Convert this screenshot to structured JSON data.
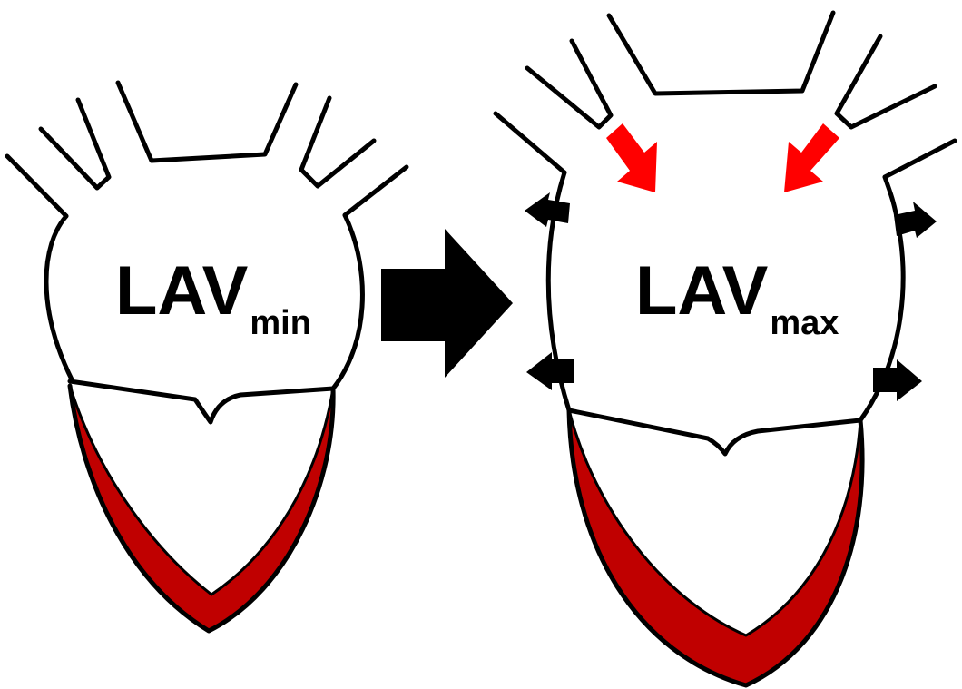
{
  "labels": {
    "before": {
      "main": "LAV",
      "sub": "min"
    },
    "after": {
      "main": "LAV",
      "sub": "max"
    }
  },
  "colors": {
    "outline": "#000000",
    "ventricle_wall": "#c00000",
    "inflow_arrows": "#ff0000",
    "transition_arrow": "#000000",
    "expansion_arrows": "#000000",
    "background": "#ffffff"
  },
  "icons": {
    "transition": "right-arrow-icon",
    "inflow": "diagonal-arrow-icon",
    "expansion": "outward-arrow-icon"
  }
}
